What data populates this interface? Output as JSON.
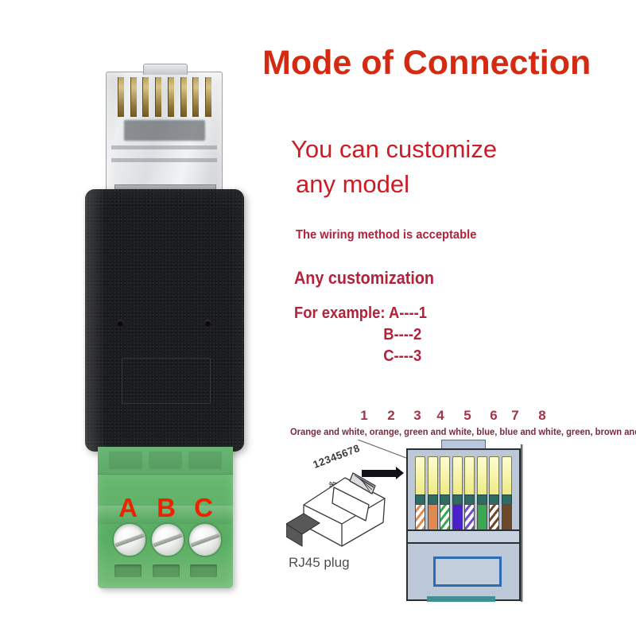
{
  "title": "Mode of Connection",
  "subtitle": {
    "line1": "You can customize",
    "line2": "any model"
  },
  "notes": {
    "wiring_ok": "The wiring method is acceptable",
    "any_customization": "Any customization"
  },
  "example": {
    "line1": "For example: A----1",
    "line2": "B----2",
    "line3": "C----3"
  },
  "terminal": {
    "labels": [
      "A",
      "B",
      "C"
    ]
  },
  "diagram": {
    "pin_numbers": [
      "1",
      "2",
      "3",
      "4",
      "5",
      "6",
      "7",
      "8"
    ],
    "color_order_text": "Orange and white, orange, green and white, blue, blue and white, green, brown and white, brown",
    "pin1_marker": "第 1 脚",
    "plug_caption": "RJ45 plug",
    "plug_pin_numbers": "12345678",
    "wire_colors": [
      {
        "name": "orange-and-white",
        "base": "#ffffff",
        "stripe": "#e08a52"
      },
      {
        "name": "orange",
        "base": "#e08a52",
        "stripe": "#e08a52"
      },
      {
        "name": "green-and-white",
        "base": "#ffffff",
        "stripe": "#3aa850"
      },
      {
        "name": "blue",
        "base": "#4a20c8",
        "stripe": "#4a20c8"
      },
      {
        "name": "blue-and-white",
        "base": "#ffffff",
        "stripe": "#6b4fd0"
      },
      {
        "name": "green",
        "base": "#3aa850",
        "stripe": "#3aa850"
      },
      {
        "name": "brown-and-white",
        "base": "#ffffff",
        "stripe": "#6b4a2a"
      },
      {
        "name": "brown",
        "base": "#6b4a2a",
        "stripe": "#6b4a2a"
      }
    ]
  },
  "colors": {
    "title_red": "#d42a11",
    "subtitle_red": "#cc1d26",
    "note_crimson": "#b2223a",
    "abc_red": "#ee2200",
    "pin_number_red": "#a5334a",
    "terminal_green": "#63b56c",
    "housing_black": "#1b1c1e"
  }
}
